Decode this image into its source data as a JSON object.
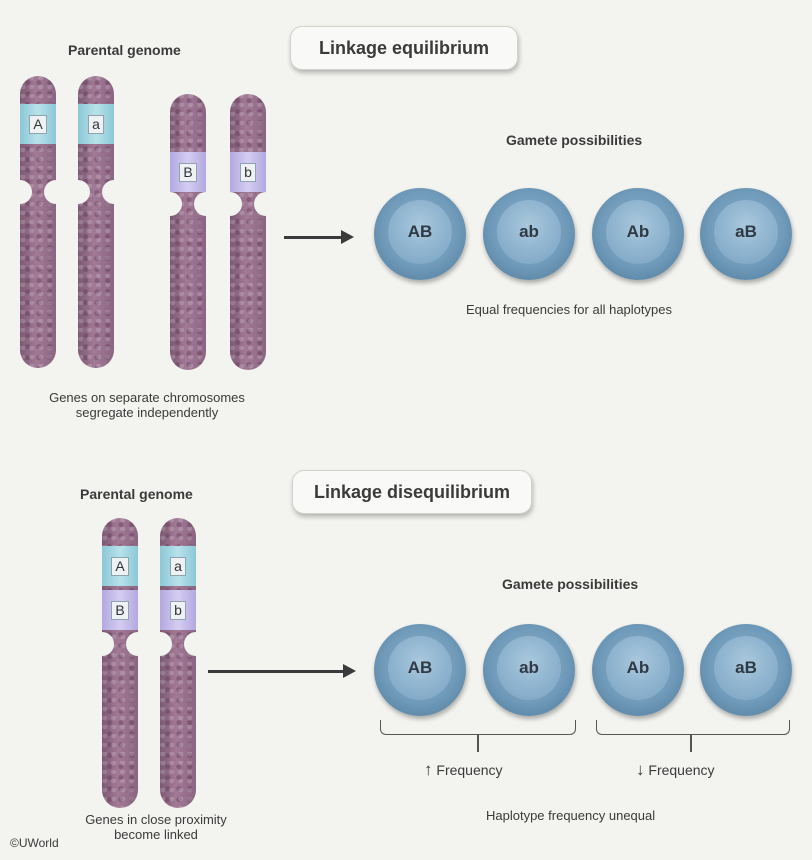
{
  "top": {
    "parental_label": "Parental genome",
    "title": "Linkage equilibrium",
    "gamete_heading": "Gamete possibilities",
    "gametes": [
      "AB",
      "ab",
      "Ab",
      "aB"
    ],
    "gamete_caption": "Equal frequencies for all haplotypes",
    "chromosome_alleles": [
      "A",
      "a",
      "B",
      "b"
    ],
    "caption_line1": "Genes on separate chromosomes",
    "caption_line2": "segregate independently"
  },
  "bottom": {
    "parental_label": "Parental genome",
    "title": "Linkage disequilibrium",
    "gamete_heading": "Gamete possibilities",
    "gametes": [
      "AB",
      "ab",
      "Ab",
      "aB"
    ],
    "chromosome_alleles_upper": [
      "A",
      "a"
    ],
    "chromosome_alleles_lower": [
      "B",
      "b"
    ],
    "freq_left": "Frequency",
    "freq_right": "Frequency",
    "freq_up_symbol": "↑",
    "freq_down_symbol": "↓",
    "unequal_caption": "Haplotype frequency unequal",
    "caption_line1": "Genes in close proximity",
    "caption_line2": "become linked"
  },
  "copyright": "©UWorld"
}
